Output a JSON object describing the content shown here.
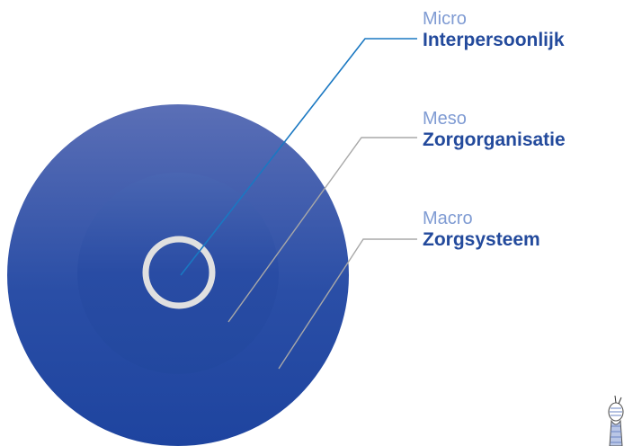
{
  "levels": [
    {
      "sub": "Micro",
      "main": "Interpersoonlijk"
    },
    {
      "sub": "Meso",
      "main": "Zorgorganisatie"
    },
    {
      "sub": "Macro",
      "main": "Zorgsysteem"
    }
  ],
  "colors": {
    "outer_top": "#5a6eb4",
    "outer_bottom": "#1e44a0",
    "inner_ring": "#e0e0e0",
    "micro_line": "#1a78c2",
    "grey_line": "#a8a8a8",
    "sub_text": "#7f9bd3",
    "main_text": "#234a9c"
  },
  "icons": {
    "corner_figure": "mascot-figure-icon"
  }
}
